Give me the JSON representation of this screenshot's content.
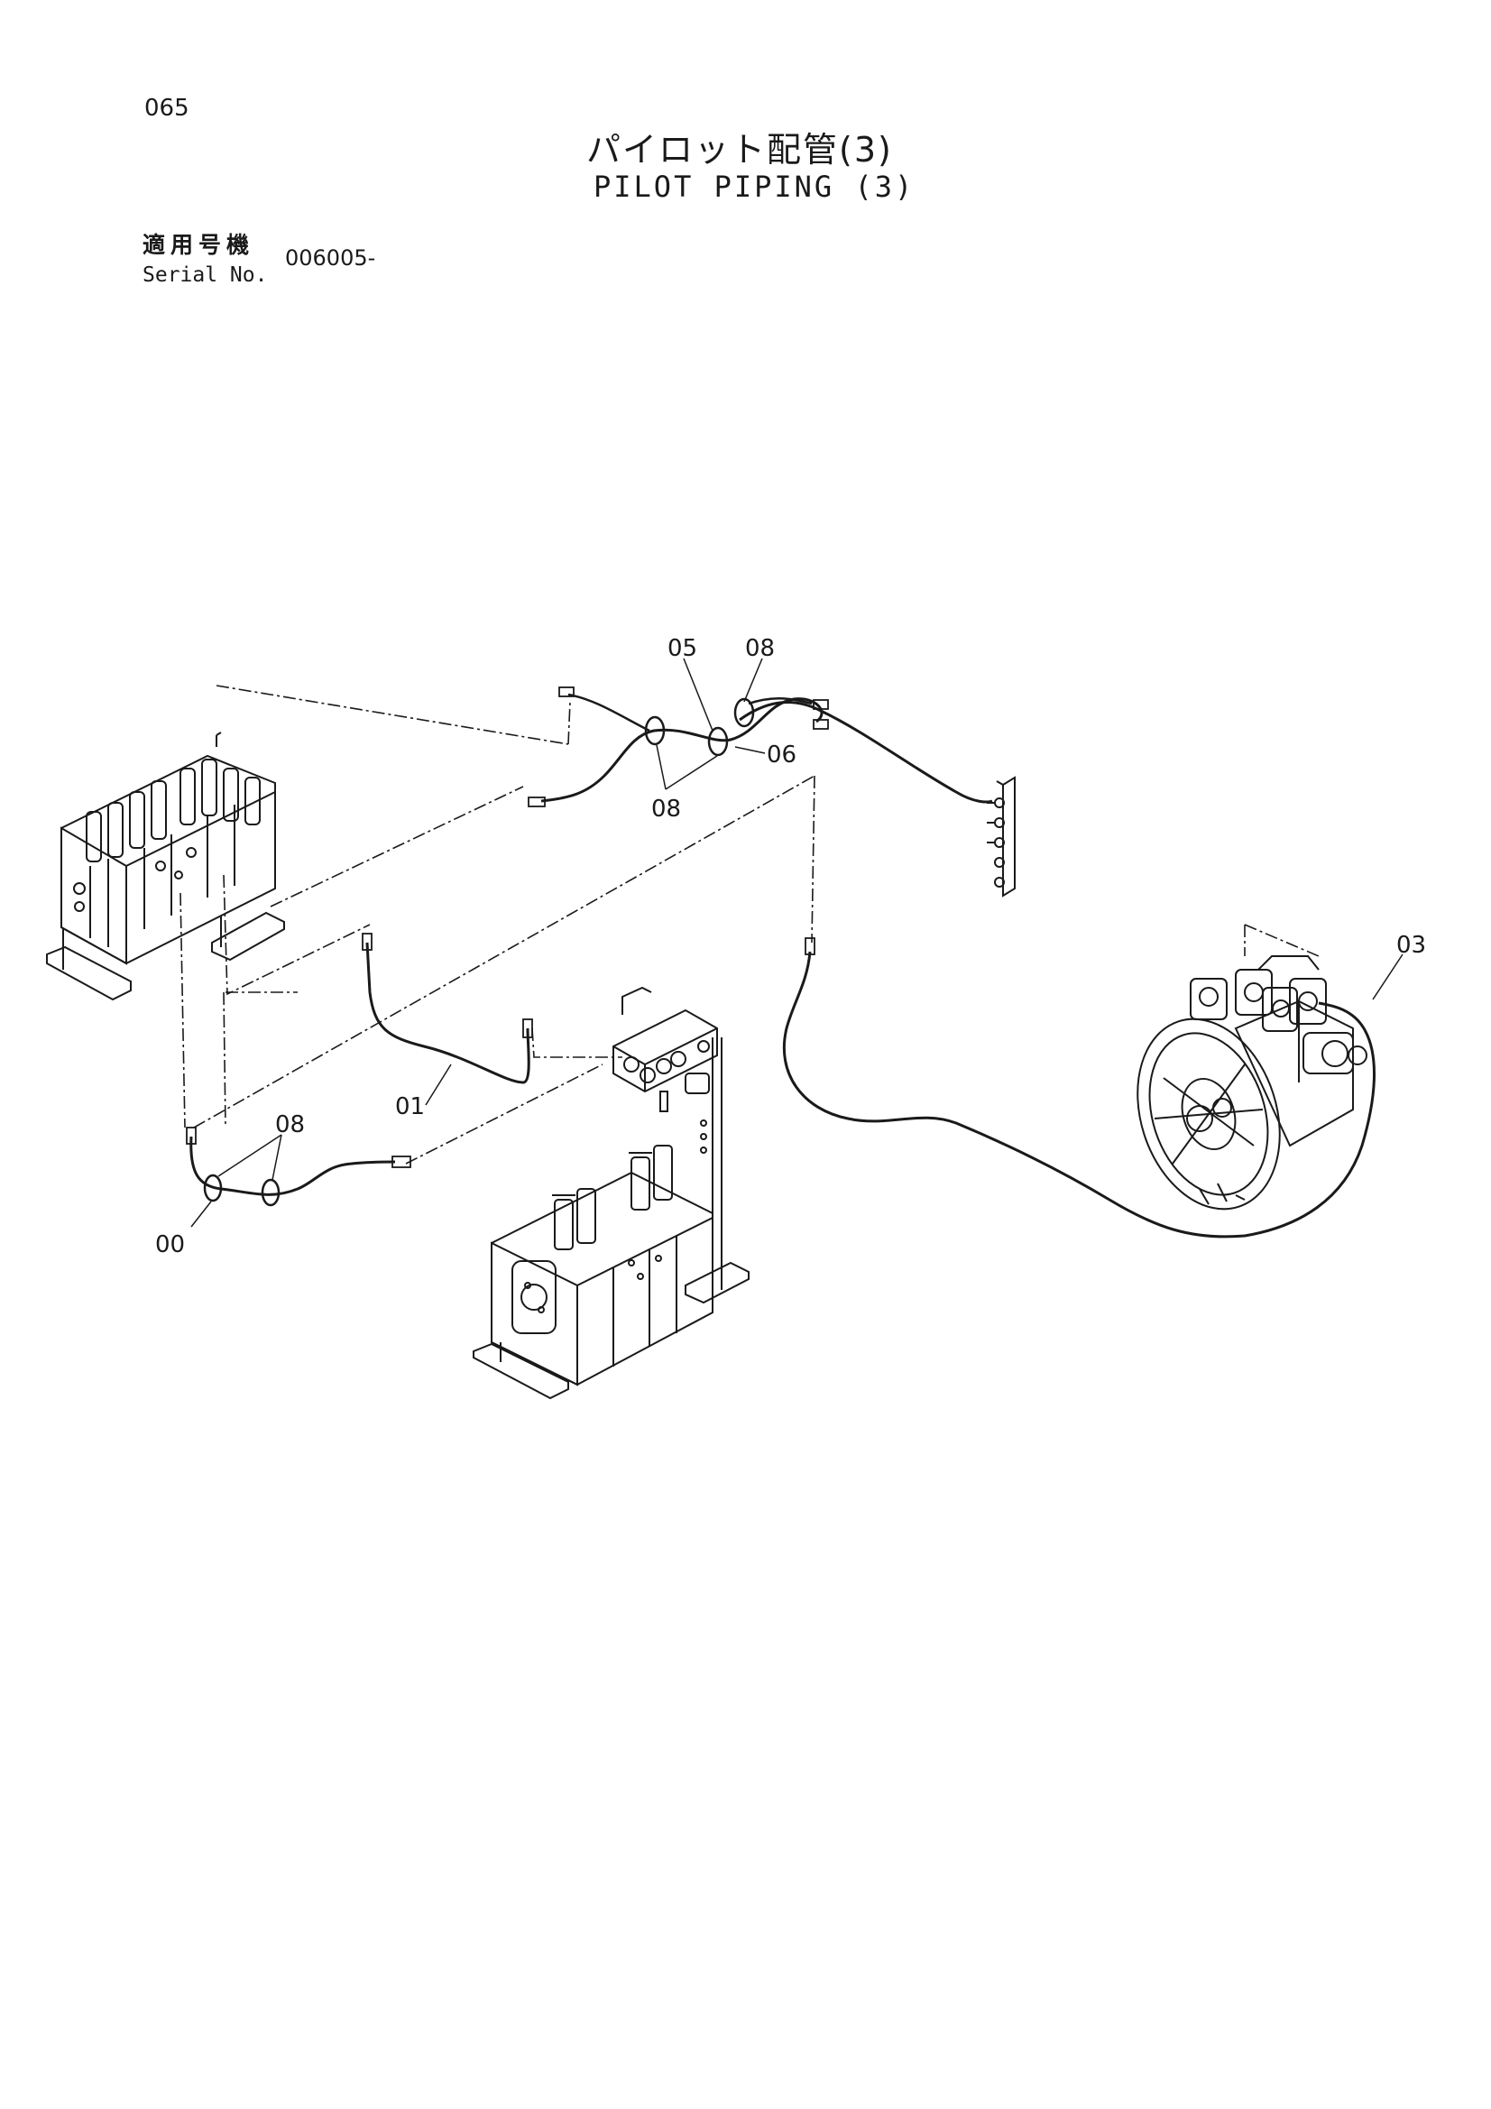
{
  "header": {
    "page_number": "065",
    "title_jp": "パイロット配管(3)",
    "title_en": "PILOT PIPING (3)"
  },
  "serial": {
    "label_jp": "適用号機",
    "label_en": "Serial No.",
    "value": "006005-"
  },
  "part_labels": {
    "p00": "00",
    "p01": "01",
    "p03": "03",
    "p05": "05",
    "p06": "06",
    "p08_top": "08",
    "p08_mid": "08",
    "p08_low": "08"
  },
  "colors": {
    "ink": "#1a1a1a",
    "paper": "#ffffff"
  }
}
